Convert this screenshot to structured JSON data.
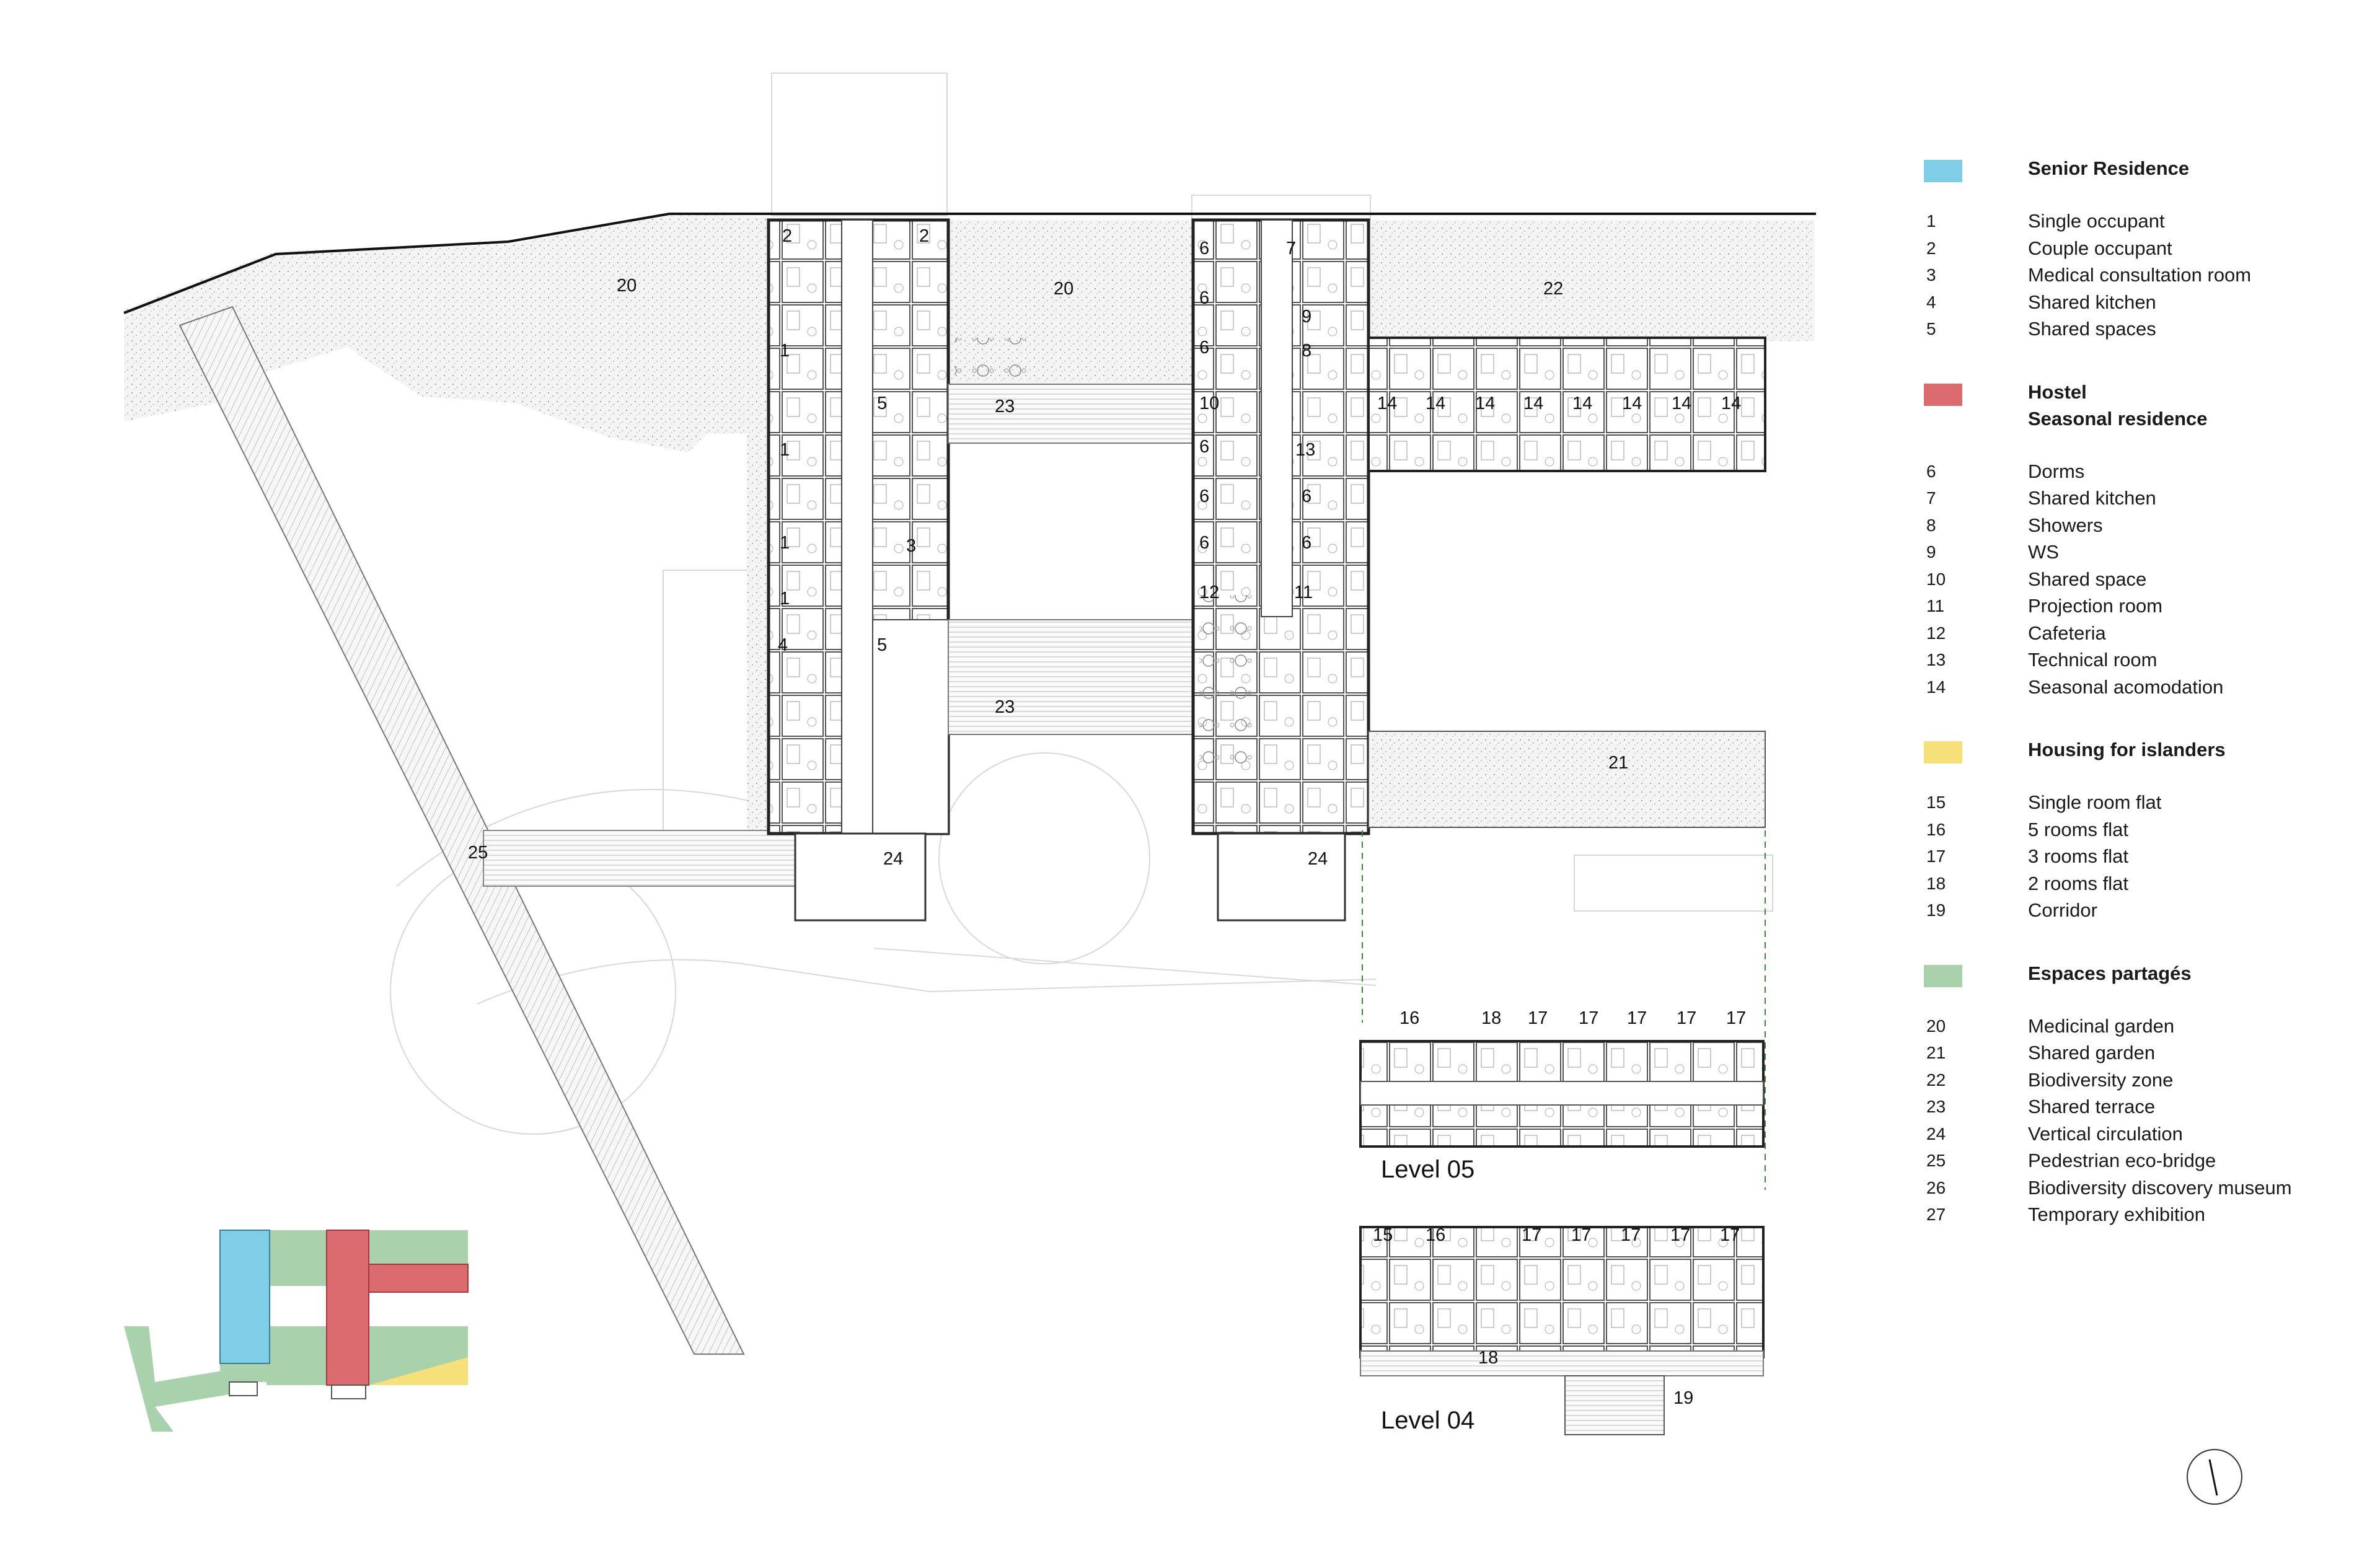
{
  "legend": [
    {
      "title": "Senior Residence",
      "color": "#7fcde6",
      "items": [
        {
          "num": "1",
          "label": "Single occupant"
        },
        {
          "num": "2",
          "label": "Couple occupant"
        },
        {
          "num": "3",
          "label": "Medical consultation room"
        },
        {
          "num": "4",
          "label": "Shared kitchen"
        },
        {
          "num": "5",
          "label": "Shared spaces"
        }
      ]
    },
    {
      "title": "Hostel\nSeasonal residence",
      "color": "#dc6b6f",
      "items": [
        {
          "num": "6",
          "label": "Dorms"
        },
        {
          "num": "7",
          "label": "Shared kitchen"
        },
        {
          "num": "8",
          "label": "Showers"
        },
        {
          "num": "9",
          "label": "WS"
        },
        {
          "num": "10",
          "label": "Shared space"
        },
        {
          "num": "11",
          "label": "Projection room"
        },
        {
          "num": "12",
          "label": "Cafeteria"
        },
        {
          "num": "13",
          "label": "Technical room"
        },
        {
          "num": "14",
          "label": "Seasonal acomodation"
        }
      ]
    },
    {
      "title": "Housing for islanders",
      "color": "#f5e07a",
      "items": [
        {
          "num": "15",
          "label": "Single room flat"
        },
        {
          "num": "16",
          "label": "5 rooms flat"
        },
        {
          "num": "17",
          "label": "3 rooms flat"
        },
        {
          "num": "18",
          "label": "2 rooms flat"
        },
        {
          "num": "19",
          "label": "Corridor"
        }
      ]
    },
    {
      "title": "Espaces partagés",
      "color": "#a9d1ab",
      "items": [
        {
          "num": "20",
          "label": "Medicinal garden"
        },
        {
          "num": "21",
          "label": "Shared garden"
        },
        {
          "num": "22",
          "label": "Biodiversity zone"
        },
        {
          "num": "23",
          "label": "Shared terrace"
        },
        {
          "num": "24",
          "label": "Vertical circulation"
        },
        {
          "num": "25",
          "label": "Pedestrian eco-bridge"
        },
        {
          "num": "26",
          "label": "Biodiversity discovery museum"
        },
        {
          "num": "27",
          "label": "Temporary exhibition"
        }
      ]
    }
  ],
  "plan_labels": {
    "gardens": [
      "20",
      "20",
      "22",
      "21"
    ],
    "terraces": [
      "23",
      "23"
    ],
    "circulation": [
      "24",
      "24"
    ],
    "bridge": "25",
    "senior_rooms": [
      "2",
      "2",
      "1",
      "5",
      "1",
      "1",
      "1",
      "3",
      "4",
      "5"
    ],
    "hostel_rooms": [
      "6",
      "7",
      "6",
      "9",
      "6",
      "8",
      "10",
      "6",
      "13",
      "6",
      "6",
      "6",
      "6",
      "11",
      "12"
    ],
    "seasonal": [
      "14",
      "14",
      "14",
      "14",
      "14",
      "14",
      "14",
      "14"
    ],
    "level05": [
      "16",
      "18",
      "17",
      "17",
      "17",
      "17",
      "17"
    ],
    "level04_top": [
      "15",
      "16",
      "17",
      "17",
      "17",
      "17",
      "17"
    ],
    "level04_bottom": [
      "18",
      "19"
    ]
  },
  "levels": {
    "upper": "Level 05",
    "lower": "Level 04"
  }
}
